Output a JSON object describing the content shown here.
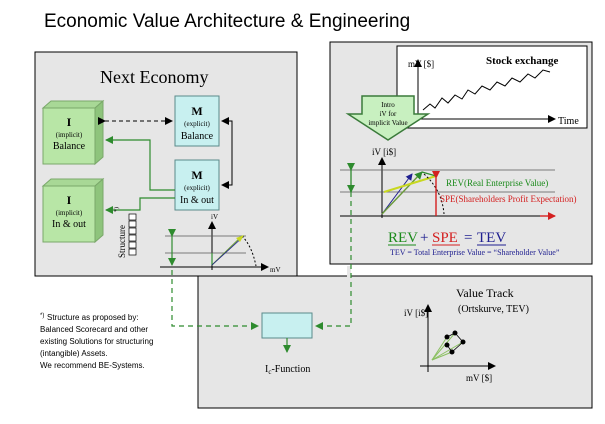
{
  "title": "Economic Value Architecture & Engineering",
  "next_economy": {
    "heading": "Next Economy",
    "i_balance": {
      "letter": "I",
      "qual": "(implicit)",
      "label": "Balance"
    },
    "i_inout": {
      "letter": "I",
      "qual": "(implicit)",
      "label": "In & out"
    },
    "m_balance": {
      "letter": "M",
      "qual": "(explicit)",
      "label": "Balance"
    },
    "m_inout": {
      "letter": "M",
      "qual": "(explicit)",
      "label": "In & out"
    },
    "structure": "Structure",
    "structure_mark": "*)",
    "axis_y": "iV",
    "axis_x": "mV"
  },
  "stock": {
    "heading": "Stock exchange",
    "axis_y": "mV [$]",
    "axis_x": "Time",
    "intro": [
      "Intro",
      "iV for",
      "implicit Value"
    ],
    "axis_iv": "iV [i$]",
    "rev_label": "REV(Real Enterprise Value)",
    "spe_label": "SPE(Shareholders Profit Expectation)",
    "eq_rev": "REV",
    "eq_plus": "+",
    "eq_spe": "SPE",
    "eq_equals": "=",
    "eq_tev": "TEV",
    "tev_note": "TEV = Total Enterprise Value = “Shareholder Value”"
  },
  "value_track": {
    "heading": "Value Track",
    "sub": "(Ortskurve, TEV)",
    "axis_y": "iV [i$]",
    "axis_x": "mV [$]",
    "function_prefix": "I",
    "function_sub": "c",
    "function_suffix": "-Function"
  },
  "footnote": {
    "mark": "*)",
    "lines": [
      "Structure as proposed by:",
      "Balanced Scorecard and other",
      "existing Solutions for structuring",
      "(intangible) Assets.",
      "We recommend BE-Systems."
    ]
  },
  "colors": {
    "panel": "#e6e6e6",
    "panel_dark": "#d0d0d0",
    "green_arrow": "#2e8b2e",
    "box_cyan": "#c8f0f0",
    "box_green": "#b8e6a6",
    "rev_green": "#1a8a1a",
    "spe_red": "#d42020",
    "tev_blue": "#202090"
  }
}
